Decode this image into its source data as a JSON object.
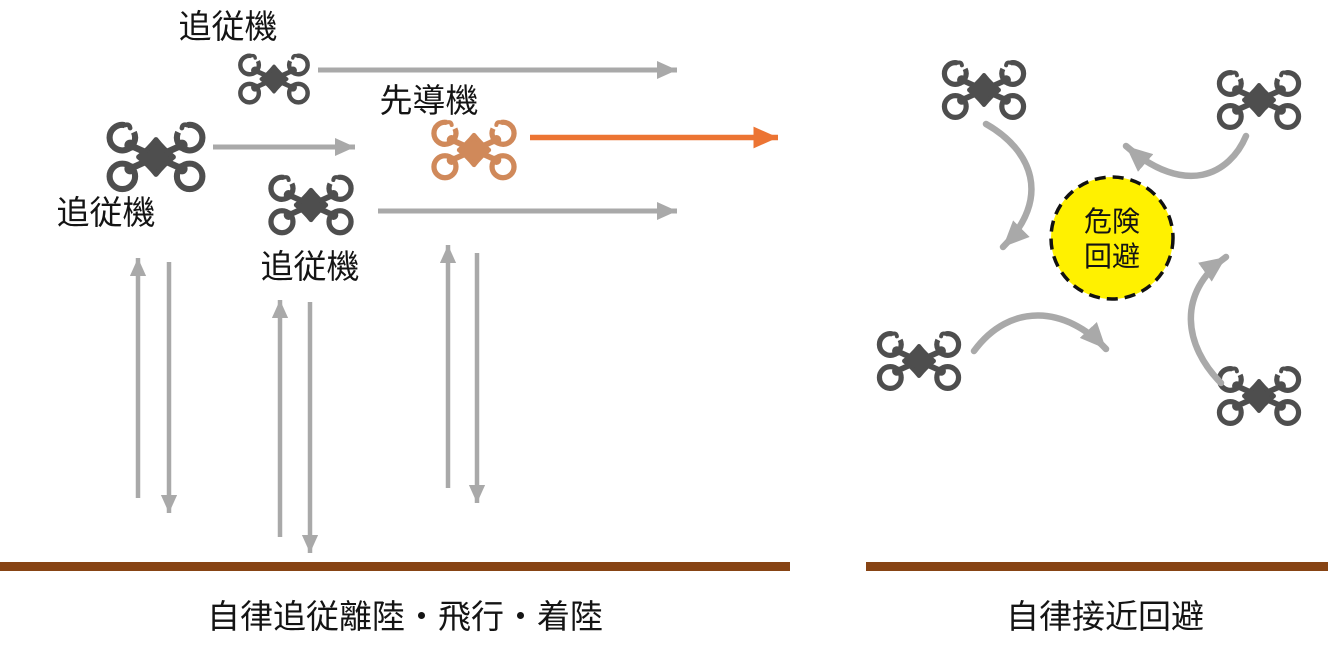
{
  "left_panel": {
    "follower_labels": {
      "top": "追従機",
      "left": "追従機",
      "bottom": "追従機"
    },
    "leader_label": "先導機",
    "caption": "自律追従離陸・飛行・着陸"
  },
  "right_panel": {
    "hazard_circle": {
      "line1": "危険",
      "line2": "回避"
    },
    "caption": "自律接近回避"
  },
  "icons": {
    "drone": "quadcopter-drone-icon"
  },
  "colors": {
    "follower_drone": "#4e4e4e",
    "leader_drone": "#d0895a",
    "leader_arrow": "#ec7433",
    "gray_arrow": "#a9a9a9",
    "ground_line": "#874414",
    "hazard_fill": "#fff100",
    "hazard_border": "#111111",
    "text": "#141414"
  }
}
